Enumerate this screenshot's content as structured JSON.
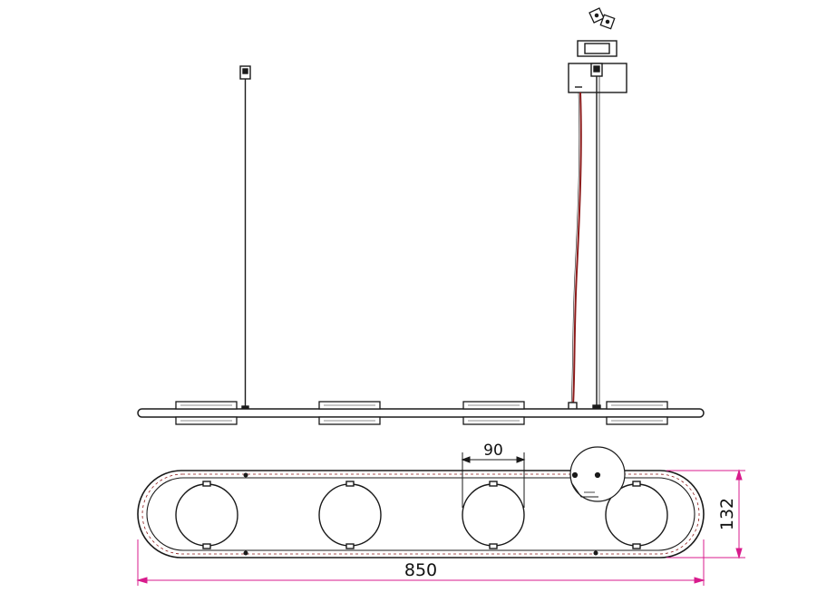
{
  "drawing": {
    "dimensions": {
      "overall_length": "850",
      "overall_width": "132",
      "globe_diameter": "90"
    },
    "colors": {
      "line": "#1a1a1a",
      "dimension": "#d81b8c",
      "cable": "#8b1a1a"
    }
  }
}
